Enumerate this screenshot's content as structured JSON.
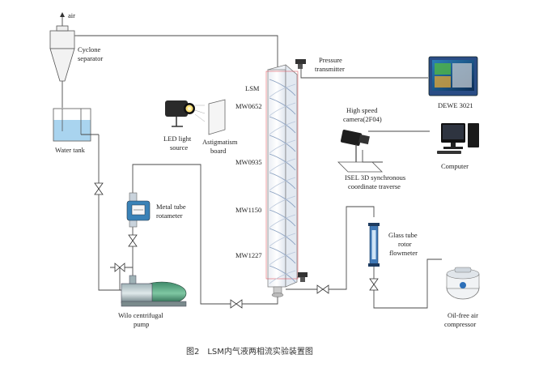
{
  "labels": {
    "air": "air",
    "cyclone": [
      "Cyclone",
      "separator"
    ],
    "water_tank": "Water tank",
    "led": [
      "LED light",
      "source"
    ],
    "astig": [
      "Astigmatism",
      "board"
    ],
    "lsm": "LSM",
    "mw0652": "MW0652",
    "mw0935": "MW0935",
    "mw1150": "MW1150",
    "mw1227": "MW1227",
    "pressure": [
      "Pressure",
      "transmitter"
    ],
    "dewe": "DEWE 3021",
    "camera": [
      "High speed",
      "camera(2F04)"
    ],
    "computer": "Computer",
    "isel": [
      "ISEL 3D synchronous",
      "coordinate traverse"
    ],
    "rotameter": [
      "Metal tube",
      "rotameter"
    ],
    "glass": [
      "Glass tube",
      "rotor",
      "flowmeter"
    ],
    "pump": [
      "Wilo centrifugal",
      "pump"
    ],
    "compressor": [
      "Oil-free air",
      "compressor"
    ]
  },
  "caption": "图2　LSM内气液两相流实验装置图"
}
